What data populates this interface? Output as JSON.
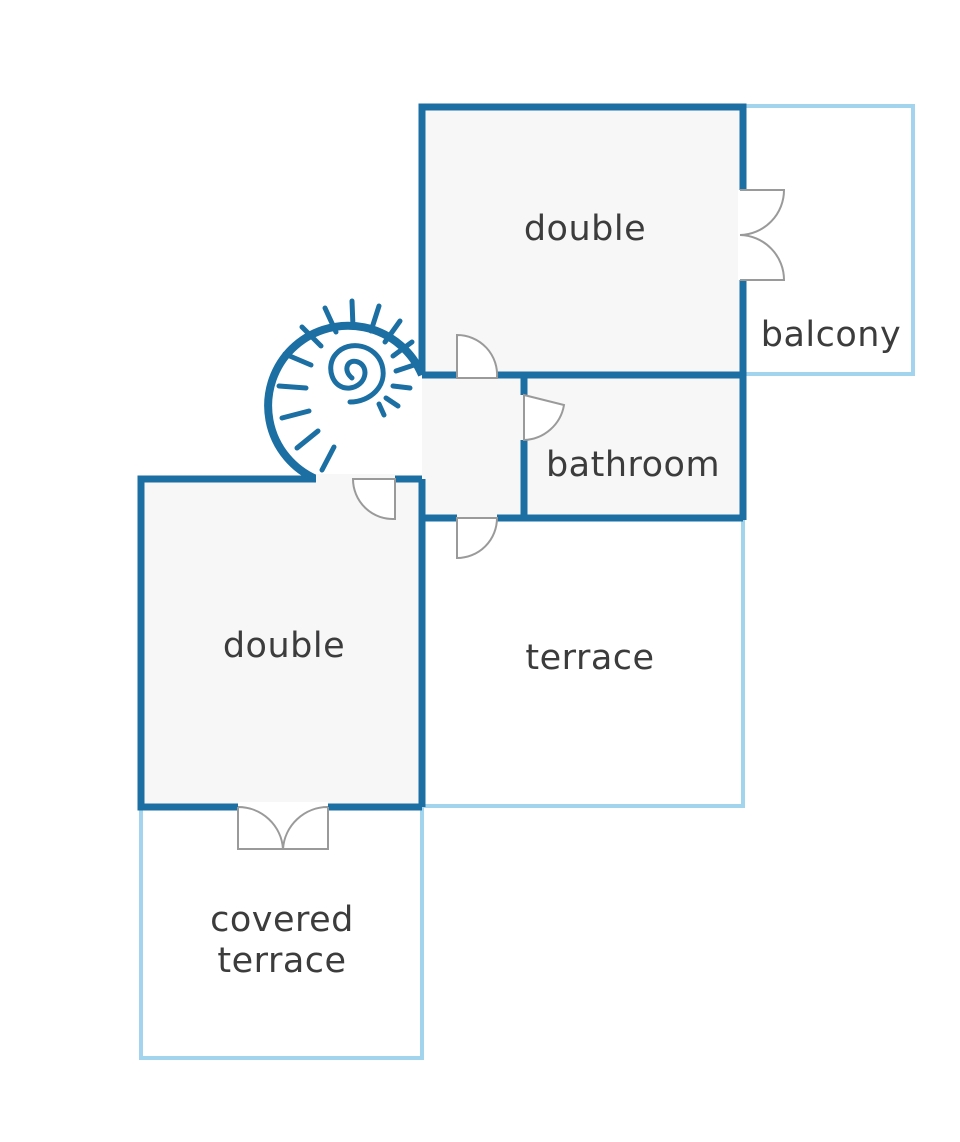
{
  "plan": {
    "rooms": {
      "double_upper": {
        "label": "double"
      },
      "balcony": {
        "label": "balcony"
      },
      "bathroom": {
        "label": "bathroom"
      },
      "double_lower": {
        "label": "double"
      },
      "terrace": {
        "label": "terrace"
      },
      "covered_terrace": {
        "label_line1": "covered",
        "label_line2": "terrace"
      }
    },
    "colors": {
      "interior_wall": "#1b6fa3",
      "exterior_outline": "#a3d4ee",
      "room_fill": "#f7f7f8",
      "door_stroke": "#9a9a9a",
      "label_text": "#3c3c3c"
    }
  }
}
